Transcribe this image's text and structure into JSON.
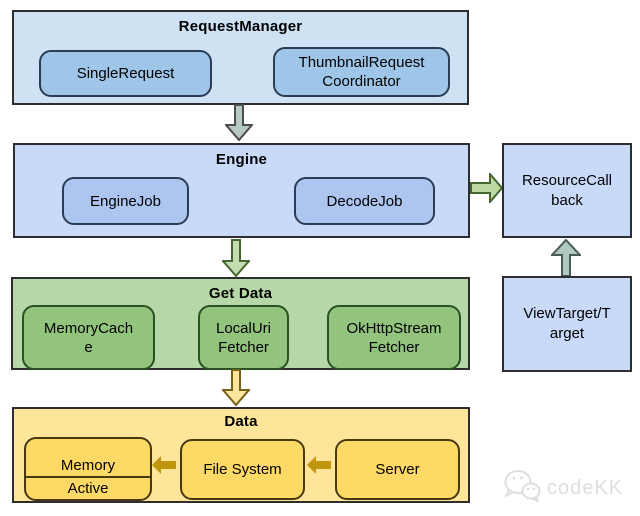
{
  "request_manager": {
    "title": "RequestManager",
    "single_request": "SingleRequest",
    "thumbnail_request": [
      "ThumbnailRequest",
      "Coordinator"
    ]
  },
  "engine": {
    "title": "Engine",
    "engine_job": "EngineJob",
    "decode_job": "DecodeJob"
  },
  "resource_callback": [
    "ResourceCall",
    "back"
  ],
  "view_target": [
    "ViewTarget/T",
    "arget"
  ],
  "get_data": {
    "title": "Get Data",
    "memory_cache": [
      "MemoryCach",
      "e"
    ],
    "local_uri_fetcher": [
      "LocalUri",
      "Fetcher"
    ],
    "okhttp_stream_fetcher": [
      "OkHttpStream",
      "Fetcher"
    ]
  },
  "data_layer": {
    "title": "Data",
    "memory": "Memory",
    "active": "Active",
    "file_system": "File System",
    "server": "Server"
  },
  "watermark": {
    "text": "codeKK",
    "icon": "wechat-icon"
  },
  "colors": {
    "request_manager_bg": "#cfe2f3",
    "request_manager_box": "#9fc5e8",
    "engine_bg": "#c9daf8",
    "engine_box": "#adc6f0",
    "get_data_bg": "#b6d7a8",
    "get_data_box": "#93c47d",
    "data_bg": "#ffe599",
    "data_box": "#ffd966",
    "arrow_teal": "#b6c9c2",
    "arrow_green": "#bcd9a2",
    "arrow_yellow": "#ffe59b",
    "arrow_gold_solid": "#c0960f"
  }
}
